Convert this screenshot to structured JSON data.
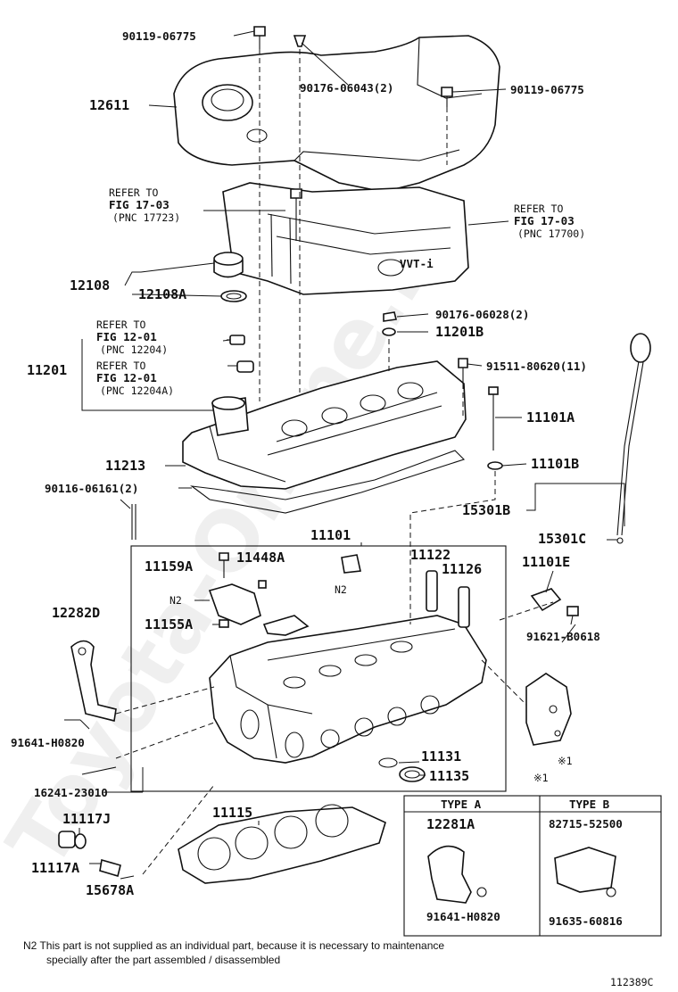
{
  "part_labels": {
    "p90119_06775_top": "90119-06775",
    "p90176_06043": "90176-06043(2)",
    "p90119_06775_right": "90119-06775",
    "p12611": "12611",
    "p12108": "12108",
    "p12108A": "12108A",
    "p90176_06028": "90176-06028(2)",
    "p11201B": "11201B",
    "p11201": "11201",
    "p91511_80620": "91511-80620(11)",
    "p11101A": "11101A",
    "p11213": "11213",
    "p11101B": "11101B",
    "p90116_06161": "90116-06161(2)",
    "p15301B": "15301B",
    "p11101": "11101",
    "p15301C": "15301C",
    "p11159A": "11159A",
    "p11448A": "11448A",
    "p11122": "11122",
    "p11126": "11126",
    "p11101E": "11101E",
    "p12282D": "12282D",
    "p11155A": "11155A",
    "p91621_B0618": "91621-B0618",
    "p91641_H0820_left": "91641-H0820",
    "p11131": "11131",
    "p11135": "11135",
    "p16241_23010": "16241-23010",
    "p11115": "11115",
    "p11117J": "11117J",
    "p11117A": "11117A",
    "p15678A": "15678A",
    "p12281A": "12281A",
    "p91641_H0820_box": "91641-H0820",
    "p82715_52500": "82715-52500",
    "p91635_60816": "91635-60816"
  },
  "references": {
    "ref1": {
      "line1": "REFER TO",
      "line2": "FIG 17-03",
      "line3": "(PNC 17723)"
    },
    "ref2": {
      "line1": "REFER TO",
      "line2": "FIG 17-03",
      "line3": "(PNC 17700)"
    },
    "ref3": {
      "line1": "REFER TO",
      "line2": "FIG 12-01",
      "line3": "(PNC 12204)"
    },
    "ref4": {
      "line1": "REFER TO",
      "line2": "FIG 12-01",
      "line3": "(PNC 12204A)"
    }
  },
  "marks": {
    "n2_a": "N2",
    "n2_b": "N2",
    "star1_part": "※1",
    "star1_box": "※1",
    "vvti": "VVT-i"
  },
  "type_box": {
    "type_a": "TYPE  A",
    "type_b": "TYPE  B"
  },
  "footnote": {
    "line1": "N2  This part is not supplied as an individual part, because it is necessary to maintenance",
    "line2": "specially after the part assembled / disassembled"
  },
  "figure_id": "112389C",
  "watermark": "Toyota-Online.ru"
}
